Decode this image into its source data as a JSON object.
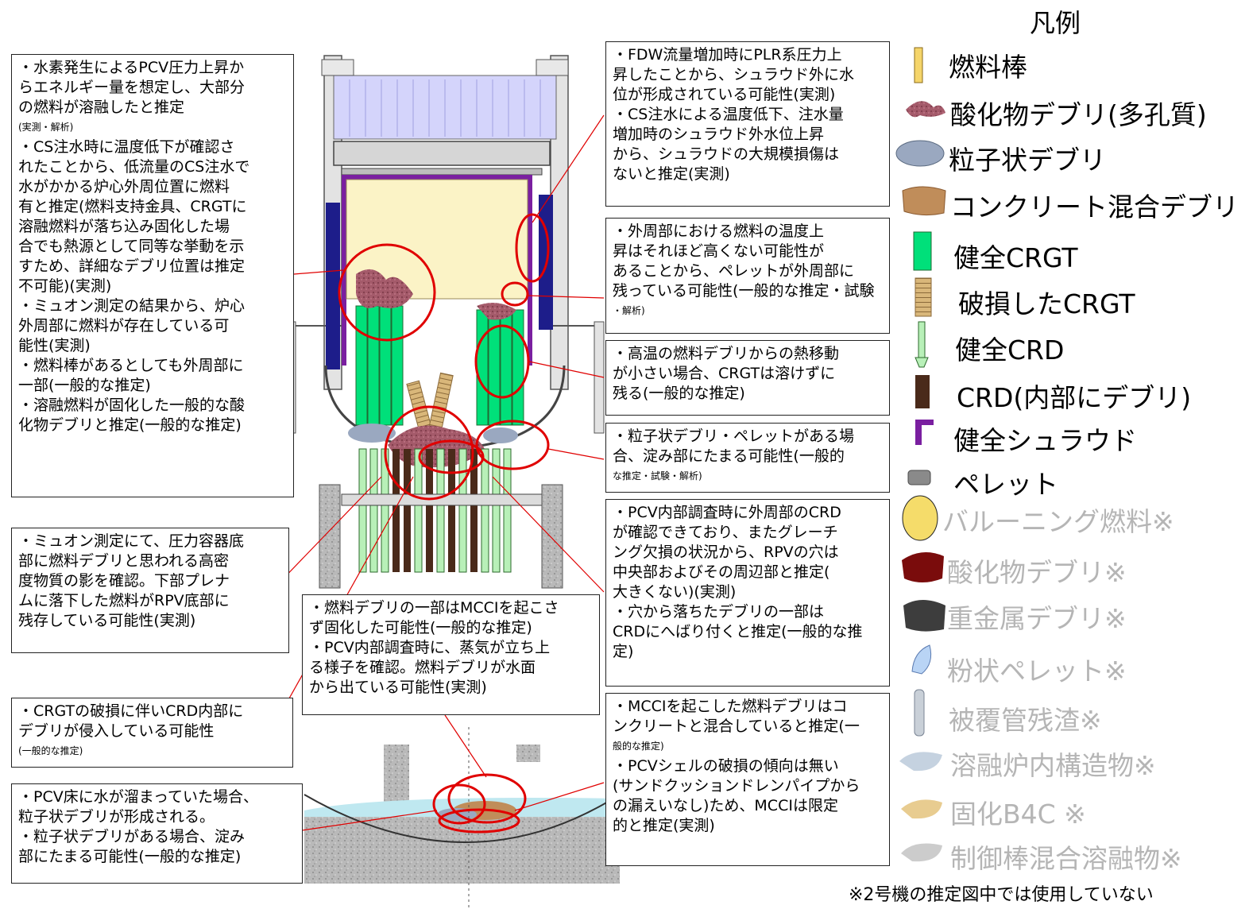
{
  "legend": {
    "title": "凡例",
    "items": [
      {
        "label": "燃料棒",
        "icon": "fuel-rod-icon",
        "color": "#f5d56a"
      },
      {
        "label": "酸化物デブリ(多孔質)",
        "icon": "porous-oxide-debris-icon",
        "color": "#a45a6a"
      },
      {
        "label": "粒子状デブリ",
        "icon": "particulate-debris-icon",
        "color": "#9aa8c0"
      },
      {
        "label": "コンクリート混合デブリ",
        "icon": "concrete-mixed-debris-icon",
        "color": "#c08d5a"
      },
      {
        "label": "健全CRGT",
        "icon": "intact-crgt-icon",
        "color": "#00e07a"
      },
      {
        "label": "破損したCRGT",
        "icon": "damaged-crgt-icon",
        "color": "#d9b77a"
      },
      {
        "label": "健全CRD",
        "icon": "intact-crd-icon",
        "color": "#b8f0b8"
      },
      {
        "label": "CRD(内部にデブリ)",
        "icon": "crd-with-debris-icon",
        "color": "#4a2a1a"
      },
      {
        "label": "健全シュラウド",
        "icon": "intact-shroud-icon",
        "color": "#7a1fa0"
      },
      {
        "label": "ペレット",
        "icon": "pellet-icon",
        "color": "#8a8a8a"
      },
      {
        "label": "バルーニング燃料※",
        "icon": "ballooning-fuel-icon",
        "color": "#f5dc6a",
        "unused": true
      },
      {
        "label": "酸化物デブリ※",
        "icon": "oxide-debris-icon",
        "color": "#7a0c0c",
        "unused": true
      },
      {
        "label": "重金属デブリ※",
        "icon": "heavy-metal-debris-icon",
        "color": "#3d3d3d",
        "unused": true
      },
      {
        "label": "粉状ペレット※",
        "icon": "powder-pellet-icon",
        "color": "#b9d4f5",
        "unused": true
      },
      {
        "label": "被覆管残渣※",
        "icon": "cladding-residue-icon",
        "color": "#c9d0d8",
        "unused": true
      },
      {
        "label": "溶融炉内構造物※",
        "icon": "molten-internals-icon",
        "color": "#c5d2e0",
        "unused": true
      },
      {
        "label": "固化B4C ※",
        "icon": "solidified-b4c-icon",
        "color": "#e8cc90",
        "unused": true
      },
      {
        "label": "制御棒混合溶融物※",
        "icon": "control-rod-melt-icon",
        "color": "#cccccc",
        "unused": true
      }
    ],
    "footnote": "※2号機の推定図中では使用していない"
  },
  "notes": {
    "n1": {
      "lines": [
        {
          "t": "・水素発生によるPCV圧力上昇か"
        },
        {
          "t": "らエネルギー量を想定し、大部分"
        },
        {
          "t": "の燃料が溶融したと推定"
        },
        {
          "t": "(実測・解析)",
          "small": true
        },
        {
          "t": "・CS注水時に温度低下が確認さ"
        },
        {
          "t": "れたことから、低流量のCS注水で"
        },
        {
          "t": "水がかかる炉心外周位置に燃料"
        },
        {
          "t": "有と推定(燃料支持金具、CRGTに"
        },
        {
          "t": "溶融燃料が落ち込み固化した場"
        },
        {
          "t": "合でも熱源として同等な挙動を示"
        },
        {
          "t": "すため、詳細なデブリ位置は推定"
        },
        {
          "t": "不可能)(実測)"
        },
        {
          "t": "・ミュオン測定の結果から、炉心"
        },
        {
          "t": "外周部に燃料が存在している可"
        },
        {
          "t": "能性(実測)"
        },
        {
          "t": "・燃料棒があるとしても外周部に"
        },
        {
          "t": "一部(一般的な推定)"
        },
        {
          "t": "・溶融燃料が固化した一般的な酸"
        },
        {
          "t": "化物デブリと推定(一般的な推定)"
        }
      ]
    },
    "n2": {
      "lines": [
        {
          "t": "・ミュオン測定にて、圧力容器底"
        },
        {
          "t": "部に燃料デブリと思われる高密"
        },
        {
          "t": "度物質の影を確認。下部プレナ"
        },
        {
          "t": "ムに落下した燃料がRPV底部に"
        },
        {
          "t": "残存している可能性(実測)"
        }
      ]
    },
    "n3": {
      "lines": [
        {
          "t": "・CRGTの破損に伴いCRD内部に"
        },
        {
          "t": "デブリが侵入している可能性"
        },
        {
          "t": "(一般的な推定)",
          "small": true
        }
      ]
    },
    "n4": {
      "lines": [
        {
          "t": "・PCV床に水が溜まっていた場合、"
        },
        {
          "t": "粒子状デブリが形成される。"
        },
        {
          "t": "・粒子状デブリがある場合、淀み"
        },
        {
          "t": "部にたまる可能性(一般的な推定)"
        }
      ]
    },
    "n5": {
      "lines": [
        {
          "t": "・燃料デブリの一部はMCCIを起こさ"
        },
        {
          "t": "ず固化した可能性(一般的な推定)"
        },
        {
          "t": "・PCV内部調査時に、蒸気が立ち上"
        },
        {
          "t": "る様子を確認。燃料デブリが水面"
        },
        {
          "t": "から出ている可能性(実測)"
        }
      ]
    },
    "n6": {
      "lines": [
        {
          "t": "・FDW流量増加時にPLR系圧力上"
        },
        {
          "t": "昇したことから、シュラウド外に水"
        },
        {
          "t": "位が形成されている可能性(実測)"
        },
        {
          "t": "・CS注水による温度低下、注水量"
        },
        {
          "t": "増加時のシュラウド外水位上昇"
        },
        {
          "t": "から、シュラウドの大規模損傷は"
        },
        {
          "t": "ないと推定(実測)"
        }
      ]
    },
    "n7": {
      "lines": [
        {
          "t": "・外周部における燃料の温度上"
        },
        {
          "t": "昇はそれほど高くない可能性が"
        },
        {
          "t": "あることから、ペレットが外周部に"
        },
        {
          "t": "残っている可能性(一般的な推定・試験"
        },
        {
          "t": "・解析)",
          "small": true
        }
      ]
    },
    "n8": {
      "lines": [
        {
          "t": "・高温の燃料デブリからの熱移動"
        },
        {
          "t": "が小さい場合、CRGTは溶けずに"
        },
        {
          "t": "残る(一般的な推定)"
        }
      ]
    },
    "n9": {
      "lines": [
        {
          "t": "・粒子状デブリ・ペレットがある場"
        },
        {
          "t": "合、淀み部にたまる可能性(一般的"
        },
        {
          "t": "な推定・試験・解析)",
          "small": true
        }
      ]
    },
    "n10": {
      "lines": [
        {
          "t": "・PCV内部調査時に外周部のCRD"
        },
        {
          "t": "が確認できており、またグレーチ"
        },
        {
          "t": "ング欠損の状況から、RPVの穴は"
        },
        {
          "t": "中央部およびその周辺部と推定("
        },
        {
          "t": "大きくない)(実測)"
        },
        {
          "t": "・穴から落ちたデブリの一部は"
        },
        {
          "t": "CRDにへばり付くと推定(一般的な推"
        },
        {
          "t": "定)"
        }
      ]
    },
    "n11": {
      "lines": [
        {
          "t": "・MCCIを起こした燃料デブリはコ"
        },
        {
          "t": "ンクリートと混合していると推定(一"
        },
        {
          "t": "般的な推定)",
          "small": true
        },
        {
          "t": "・PCVシェルの破損の傾向は無い"
        },
        {
          "t": "(サンドクッションドレンパイプから"
        },
        {
          "t": "の漏えいなし)ため、MCCIは限定"
        },
        {
          "t": "的と推定(実測)"
        }
      ]
    }
  }
}
